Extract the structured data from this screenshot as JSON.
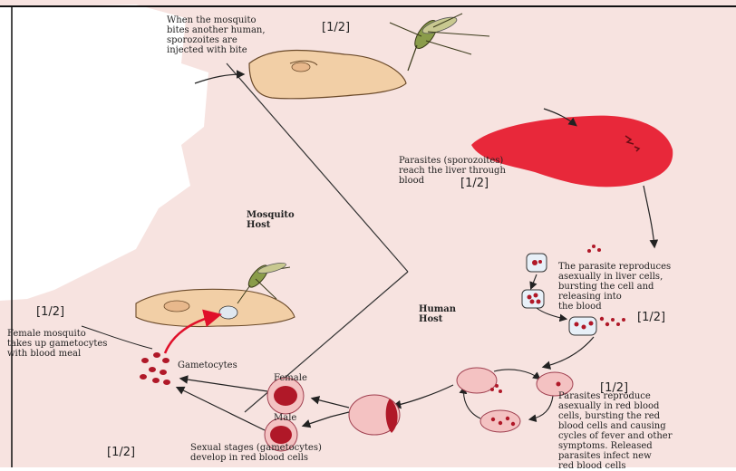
{
  "labels": {
    "bite": "When the mosquito\nbites another human,\nsporozoites are\ninjected with bite",
    "liver": "Parasites (sporozoites)\nreach the liver through\nblood",
    "liver_cells": "The parasite reproduces\nasexually in liver cells,\nbursting the cell and\nreleasing into\nthe blood",
    "rbc": "Parasites reproduce\nasexually in red blood\ncells, bursting the red\nblood cells and causing\ncycles of fever and other\nsymptoms. Released\nparasites infect new\nred blood cells",
    "sexual": "Sexual stages (gametocytes)\ndevelop in red blood cells",
    "female_mosquito": "Female mosquito\ntakes up gametocytes\nwith blood meal",
    "gametocytes": "Gametocytes",
    "female": "Female",
    "male": "Male"
  },
  "hosts": {
    "mosquito": "Mosquito\nHost",
    "human": "Human\nHost"
  },
  "marks": {
    "m1": "[1/2]",
    "m2": "[1/2]",
    "m3": "[1/2]",
    "m4": "[1/2]",
    "m5": "[1/2]",
    "m6": "[1/2]"
  },
  "colors": {
    "background": "#f7e3e0",
    "liver": "#e8283a",
    "rbc": "#f4c2c2",
    "parasite": "#b01828",
    "red_arrow": "#e0102a",
    "skin": "#f2cfa6"
  }
}
